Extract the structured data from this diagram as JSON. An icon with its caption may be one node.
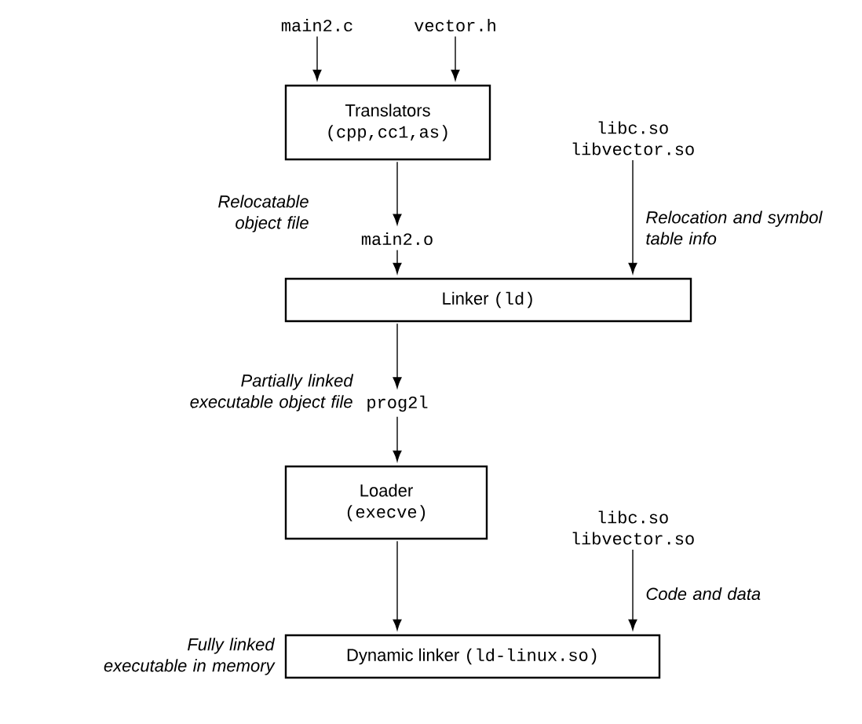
{
  "diagram": {
    "nodes": [
      {
        "text": [
          "main2.c"
        ]
      },
      {
        "text": [
          "vector.h"
        ]
      },
      {
        "text": [
          "Translators",
          "(cpp,cc1,as)"
        ]
      },
      {
        "text": [
          "main2.o"
        ],
        "beside": [
          "Relocatable object file"
        ]
      },
      {
        "text": [
          "libc.so libvector.so"
        ]
      },
      {
        "text": [
          "Linker",
          "(ld)"
        ]
      },
      {
        "text": [
          "prog2l"
        ],
        "beside": [
          "Partially linked executable object file"
        ]
      },
      {
        "text": [
          "Loader",
          "(execve)"
        ]
      },
      {
        "text": [
          "libc.so libvector.so"
        ]
      },
      {
        "text": [
          "Dynamic linker",
          "(ld-linux.so)"
        ],
        "beside": [
          "Fully linked executable in memory"
        ]
      }
    ],
    "edges": [
      {
        "from": 0,
        "to": 2,
        "arrow": "to"
      },
      {
        "from": 1,
        "to": 2,
        "arrow": "to"
      },
      {
        "from": 2,
        "to": 3,
        "arrow": "to"
      },
      {
        "from": 3,
        "to": 5,
        "arrow": "to"
      },
      {
        "from": 4,
        "to": 5,
        "arrow": "to",
        "label": "Relocation and symbol table info"
      },
      {
        "from": 5,
        "to": 6,
        "arrow": "to"
      },
      {
        "from": 6,
        "to": 7,
        "arrow": "to"
      },
      {
        "from": 7,
        "to": 9,
        "arrow": "to"
      },
      {
        "from": 8,
        "to": 9,
        "arrow": "to",
        "label": "Code and data"
      }
    ]
  }
}
